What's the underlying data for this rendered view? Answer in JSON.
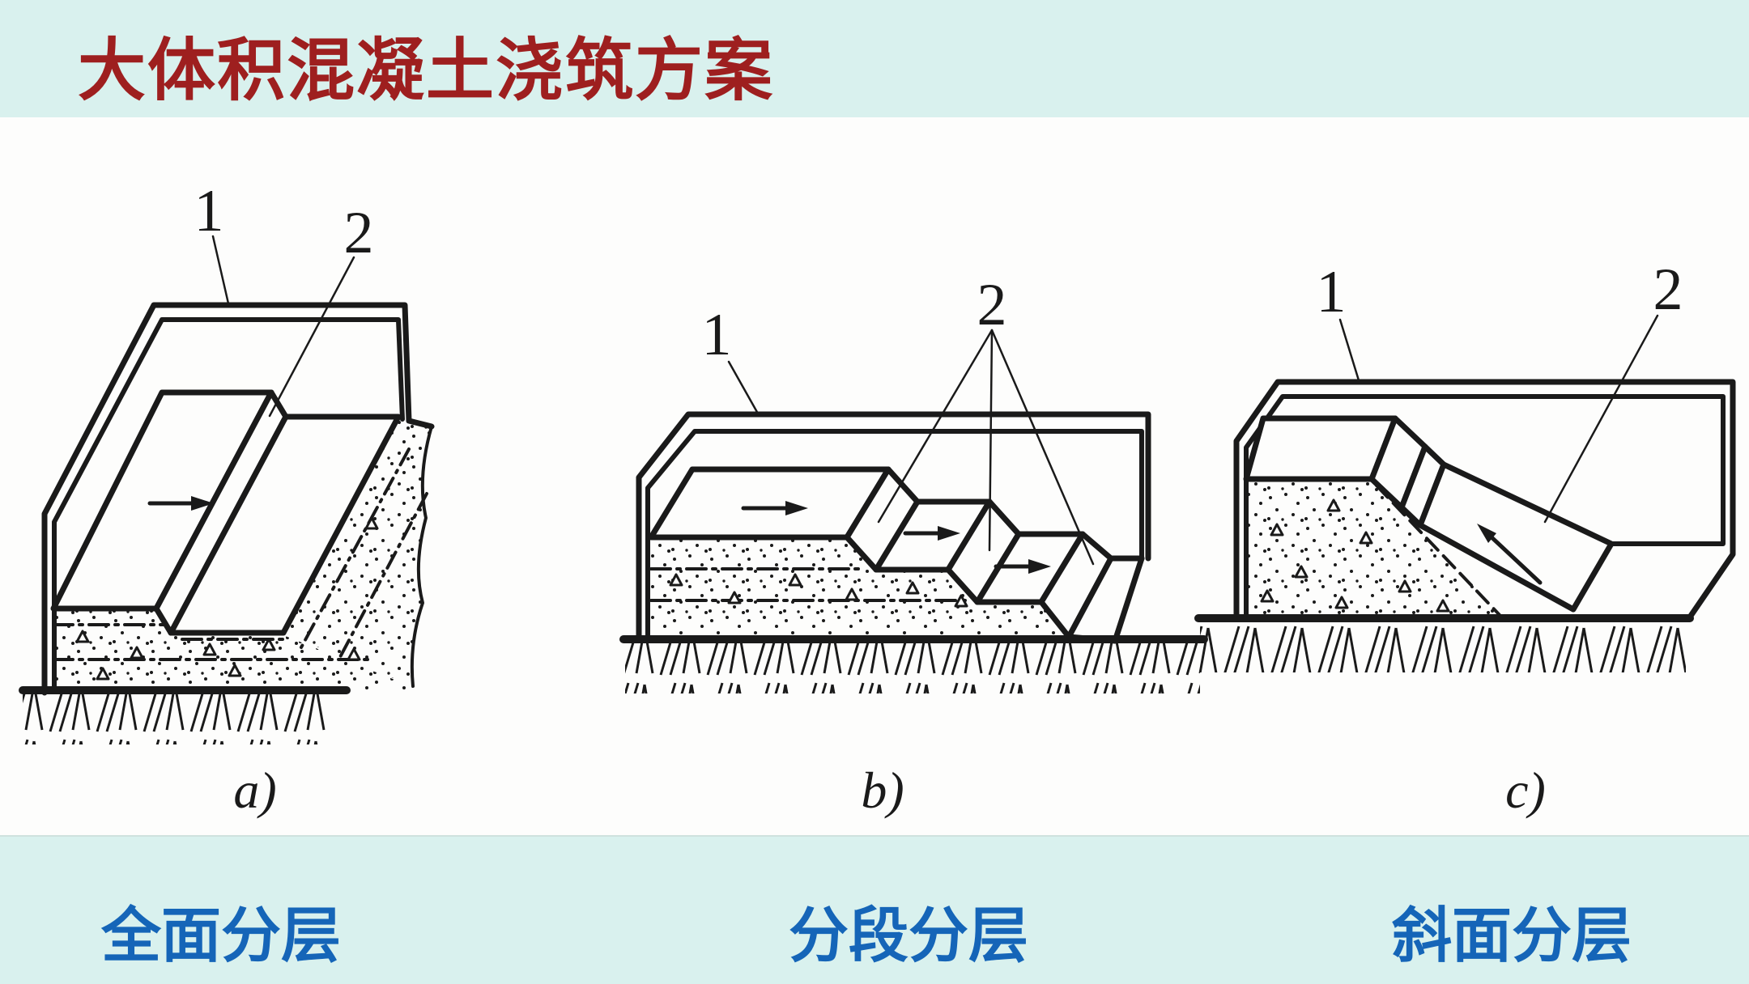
{
  "slide": {
    "title": "大体积混凝土浇筑方案"
  },
  "colors": {
    "band_background": "#d9f1ee",
    "title_red": "#9e1f1f",
    "caption_blue": "#1565b8",
    "line_ink": "#1a1a1a",
    "paper_white": "#fdfdfc"
  },
  "figures": [
    {
      "letter": "a)",
      "caption": "全面分层",
      "label_formwork": "1",
      "label_layer": "2"
    },
    {
      "letter": "b)",
      "caption": "分段分层",
      "label_formwork": "1",
      "label_layer": "2"
    },
    {
      "letter": "c)",
      "caption": "斜面分层",
      "label_formwork": "1",
      "label_layer": "2"
    }
  ]
}
